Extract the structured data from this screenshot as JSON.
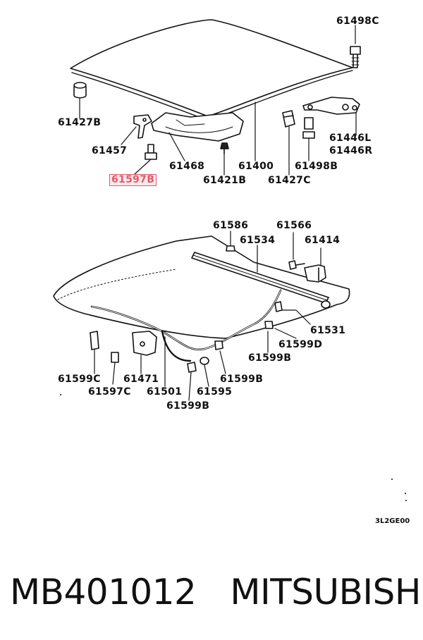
{
  "labels": {
    "p61498C_top": "61498C",
    "p61427B": "61427B",
    "p61457": "61457",
    "p61597B_hl": "61597B",
    "p61468": "61468",
    "p61421B": "61421B",
    "p61400": "61400",
    "p61427C": "61427C",
    "p61498B": "61498B",
    "p61446L": "61446L",
    "p61446R": "61446R",
    "p61586": "61586",
    "p61566": "61566",
    "p61534": "61534",
    "p61414": "61414",
    "p61531": "61531",
    "p61599D": "61599D",
    "p61599B_a": "61599B",
    "p61599B_b": "61599B",
    "p61599B_c": "61599B",
    "p61599C": "61599C",
    "p61471": "61471",
    "p61501": "61501",
    "p61595": "61595",
    "p61597C": "61597C"
  },
  "diagram_code": "3L2GE00",
  "footer": {
    "part_number": "MB401012",
    "brand": "MITSUBISHI"
  },
  "colors": {
    "highlight": "#e05a6a",
    "highlight_fill": "#fde8ea",
    "ink": "#111111"
  }
}
